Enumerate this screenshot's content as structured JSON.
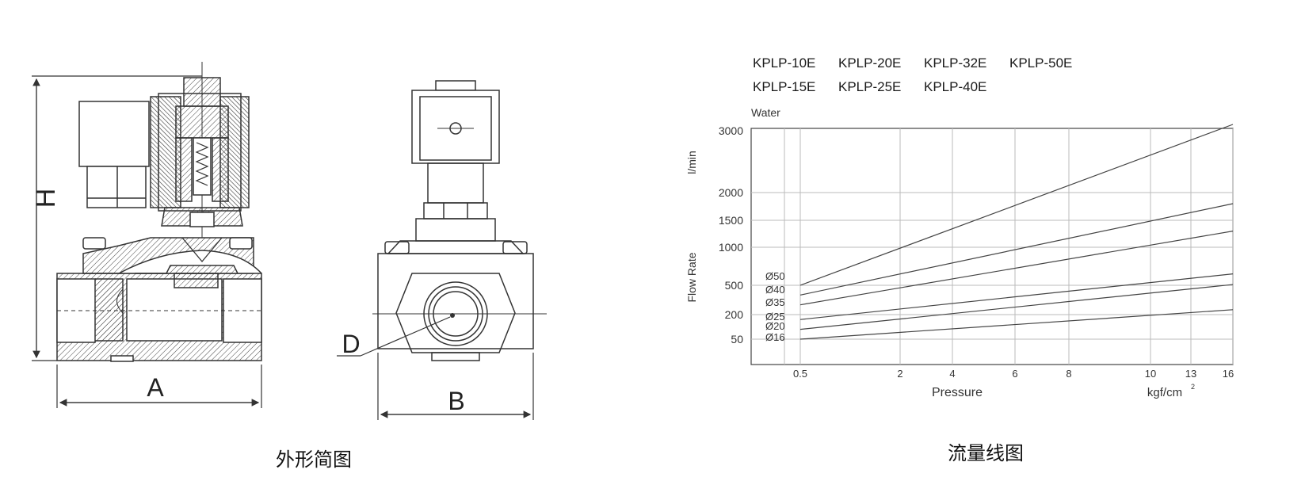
{
  "outline_drawing": {
    "caption": "外形简图",
    "dim_labels": {
      "height": "H",
      "length": "A",
      "width": "B",
      "diameter": "D"
    }
  },
  "flow_chart": {
    "caption": "流量线图"
  },
  "chart_data": {
    "type": "line",
    "models": [
      "KPLP-10E",
      "KPLP-20E",
      "KPLP-32E",
      "KPLP-50E",
      "KPLP-15E",
      "KPLP-25E",
      "KPLP-40E"
    ],
    "medium_label": "Water",
    "ylabel": "Flow Rate",
    "yunit": "l/min",
    "xlabel": "Pressure",
    "xunit": "kgf/cm",
    "xunit_sup": "2",
    "x_ticks": [
      "0.5",
      "2",
      "4",
      "6",
      "8",
      "10",
      "13",
      "16"
    ],
    "y_ticks": [
      "3000",
      "2000",
      "1500",
      "1000",
      "500",
      "200",
      "50"
    ],
    "grid": true,
    "series": [
      {
        "name": "Ø50",
        "x": [
          0.5,
          16
        ],
        "y": [
          500,
          3100
        ]
      },
      {
        "name": "Ø40",
        "x": [
          0.5,
          16
        ],
        "y": [
          400,
          1800
        ]
      },
      {
        "name": "Ø35",
        "x": [
          0.5,
          16
        ],
        "y": [
          300,
          1300
        ]
      },
      {
        "name": "Ø25",
        "x": [
          0.5,
          16
        ],
        "y": [
          170,
          650
        ]
      },
      {
        "name": "Ø20",
        "x": [
          0.5,
          16
        ],
        "y": [
          110,
          510
        ]
      },
      {
        "name": "Ø16",
        "x": [
          0.5,
          16
        ],
        "y": [
          50,
          250
        ]
      }
    ]
  }
}
